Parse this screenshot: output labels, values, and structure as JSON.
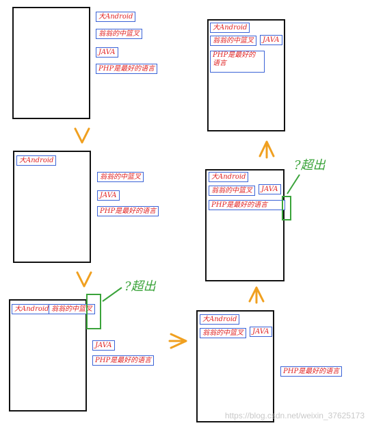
{
  "tags": {
    "android": "大Android",
    "wings": "翁翁的中篮叉",
    "java": "JAVA",
    "php": "PHP是最好的语言",
    "php_wrapped": "PHP是最好的 语言"
  },
  "annotations": {
    "overflow": "?超出"
  },
  "watermark": "https://blog.csdn.net/weixin_37625173",
  "colors": {
    "tag_border": "#3a62d6",
    "tag_text": "#e02424",
    "arrow": "#f0a020",
    "overflow": "#3aa33a"
  }
}
